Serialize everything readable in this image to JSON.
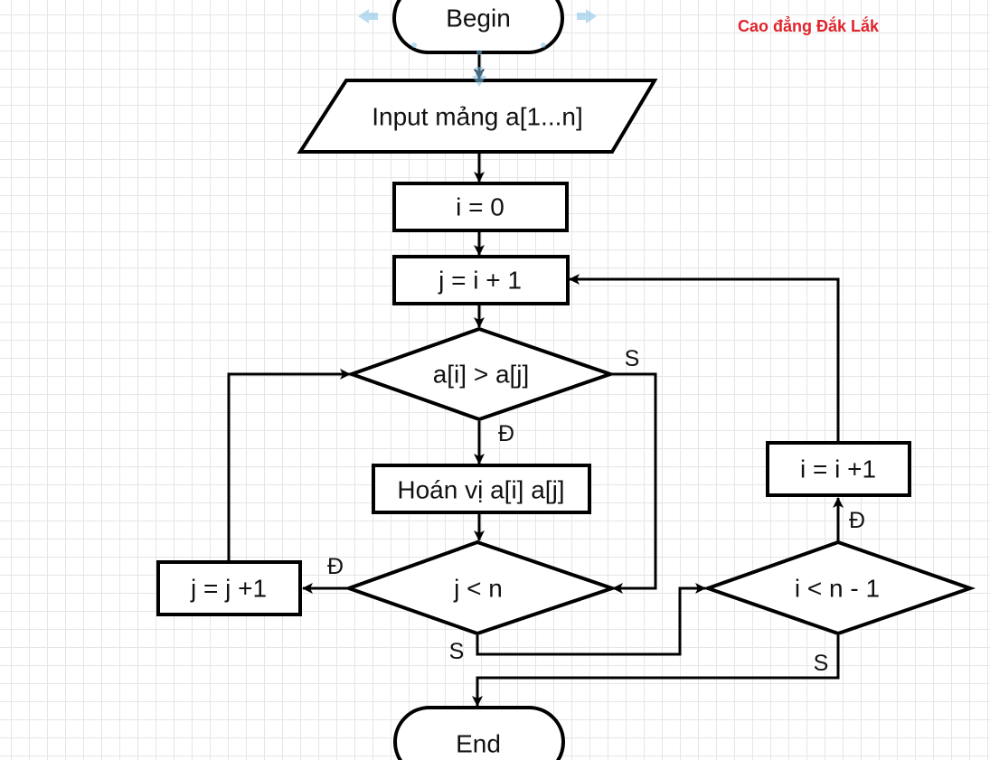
{
  "colors": {
    "stroke": "#000000",
    "grid": "#e6e6e6",
    "brand": "#e0242b",
    "selection_handle": "#80bfe6"
  },
  "watermark": "Cao đẳng Đắk Lắk",
  "nodes": {
    "begin": "Begin",
    "input": "Input mảng a[1...n]",
    "init_i": "i = 0",
    "init_j": "j = i + 1",
    "compare": "a[i] > a[j]",
    "swap": "Hoán vị a[i] a[j]",
    "check_j": "j < n",
    "inc_j": "j = j +1",
    "check_i": "i < n - 1",
    "inc_i": "i = i +1",
    "end": "End"
  },
  "edge_labels": {
    "compare_false": "S",
    "compare_true": "Đ",
    "check_j_true": "Đ",
    "check_j_false": "S",
    "check_i_true": "Đ",
    "check_i_false": "S"
  }
}
